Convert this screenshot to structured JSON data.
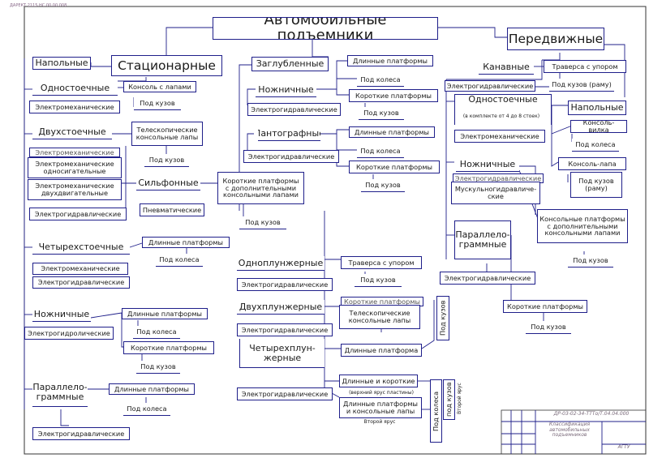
{
  "sheet": {
    "corner_note": "ДАРЕКТ 2115.НС.00.00.008",
    "title": "Автомобильные подъемники"
  },
  "stationary": {
    "header": "Стационарные",
    "floor": "Напольные",
    "single_post": "Одностоечные",
    "single_post_console": "Консоль с лапами",
    "single_post_body": "Под кузов",
    "single_post_drive": "Электромеханические",
    "two_post": "Двухстоечные",
    "two_post_drive_1": "Электромеханические\nодносигательные",
    "two_post_drive_2": "Электромеханические\nдвухдвигательные",
    "two_post_drive_3": "Электрогидравлические",
    "two_post_drive_ghost": "Электромеханические",
    "two_post_telescopic": "Телескопические\nконсольные лапы",
    "two_post_body": "Под кузов",
    "bellows": "Сильфонные",
    "bellows_drive": "Пневматические",
    "bellows_platforms": "Короткие платформы\nс дополнительными\nконсольными лапами",
    "bellows_body": "Под кузов",
    "four_post": "Четырехстоечные",
    "four_post_platforms": "Длинные платформы",
    "four_post_wheel": "Под колеса",
    "four_post_drive_1": "Электромеханические",
    "four_post_drive_2": "Электрогидравлические",
    "scissor": "Ножничные",
    "scissor_drive": "Электрогидролические",
    "scissor_long": "Длинные платформы",
    "scissor_wheel": "Под колеса",
    "scissor_short": "Короткие платформы",
    "scissor_body": "Под кузов",
    "parallel": "Параллело-\nграммные",
    "parallel_long": "Длинные платформы",
    "parallel_wheel": "Под колеса",
    "parallel_drive": "Электрогидравлические"
  },
  "recessed": {
    "header": "Заглубленные",
    "scissor": "Ножничные",
    "scissor_long": "Длинные платформы",
    "scissor_wheel": "Под колеса",
    "scissor_short": "Короткие платформы",
    "scissor_body": "Под кузов",
    "scissor_drive": "Электрогидравлические",
    "pantograph": "Пантографные",
    "pantograph_long": "Длинные платформы",
    "pantograph_wheel": "Под колеса",
    "pantograph_short": "Короткие платформы",
    "pantograph_body": "Под кузов",
    "pantograph_drive": "Электрогидравлические",
    "one_plunger": "Одноплунжерные",
    "one_plunger_traverse": "Траверса с упором",
    "one_plunger_body": "Под кузов",
    "one_plunger_drive": "Электрогидравлические",
    "two_plunger": "Двухплунжерные",
    "two_plunger_telescopic": "Телескопические\nконсольные лапы",
    "two_plunger_body": "Под кузов",
    "two_plunger_drive": "Электрогидравлические",
    "two_plunger_short_ghost": "Короткие платформы",
    "four_plunger": "Четырехплун-\nжерные",
    "four_plunger_long": "Длинные платформа",
    "four_plunger_long_short": "Длинные и короткие",
    "four_plunger_long_short_note": "(верхний ярус пластины)",
    "four_plunger_long_console": "Длинные платформы\nи консольные лапы",
    "four_plunger_second_tier": "Второй ярус",
    "four_plunger_drive": "Электрогидравлические",
    "vertical_body_1": "Под кузов",
    "vertical_wheel": "Под колеса",
    "vertical_body_2": "под кузов",
    "vertical_second_tier": "Второй ярус"
  },
  "mobile": {
    "header": "Передвижные",
    "pit": "Канавные",
    "pit_traverse": "Траверса с упором",
    "pit_drive": "Электрогидравлические",
    "pit_body": "Под кузов (раму)",
    "single_post": "Одностоечные",
    "single_post_note": "(в комплекте от 4 до 8 стоек)",
    "single_post_drive": "Электромеханические",
    "floor": "Напольные",
    "floor_fork": "Консоль-вилка",
    "floor_wheel": "Под колеса",
    "floor_paw": "Консоль-лапа",
    "floor_body": "Под кузов\n(раму)",
    "scissor": "Ножничные",
    "scissor_drive_1": "Электрогидравлические",
    "scissor_drive_2": "Мускульногидравличе-\nские",
    "scissor_platforms": "Консольные платформы\nс дополнительными\nконсольными лапами",
    "scissor_body": "Под кузов",
    "parallel": "Параллело-\nграммные",
    "parallel_drive": "Электрогидравлические",
    "parallel_short": "Короткие платформы",
    "parallel_body": "Под кузов"
  },
  "stamp": {
    "code": "ДР-03-02-34-ТТТо/Т.04.04.000",
    "title": "Классификация\nавтомобильных\nподъемников",
    "org": "АГТУ"
  }
}
